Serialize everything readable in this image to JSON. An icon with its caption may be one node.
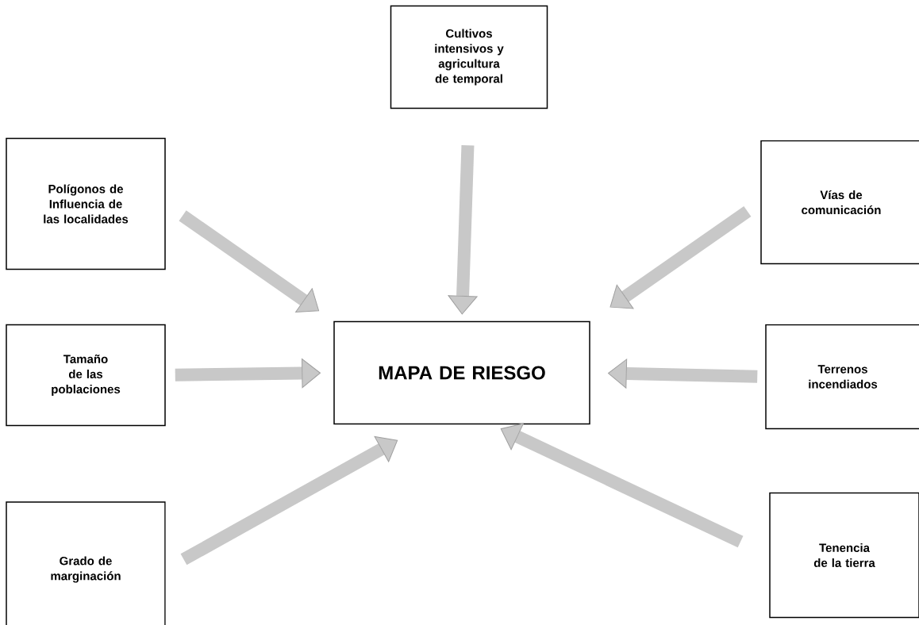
{
  "diagram": {
    "nodes": [
      {
        "text": [
          "Cultivos intensivos y agricultura de temporal"
        ]
      },
      {
        "text": [
          "Polígonos de Influencia de las localidades"
        ]
      },
      {
        "text": [
          "Vías de comunicación"
        ]
      },
      {
        "text": [
          "Tamaño de las poblaciones"
        ]
      },
      {
        "text": [
          "MAPA DE RIESGO"
        ]
      },
      {
        "text": [
          "Terrenos incendiados"
        ]
      },
      {
        "text": [
          "Grado de marginación"
        ]
      },
      {
        "text": [
          "Tenencia de la tierra"
        ]
      }
    ],
    "edges": [
      {
        "from": 0,
        "to": 4,
        "arrow": "to"
      },
      {
        "from": 1,
        "to": 4,
        "arrow": "to"
      },
      {
        "from": 2,
        "to": 4,
        "arrow": "to"
      },
      {
        "from": 3,
        "to": 4,
        "arrow": "to"
      },
      {
        "from": 5,
        "to": 4,
        "arrow": "to"
      },
      {
        "from": 6,
        "to": 4,
        "arrow": "to"
      },
      {
        "from": 7,
        "to": 4,
        "arrow": "to"
      }
    ]
  }
}
